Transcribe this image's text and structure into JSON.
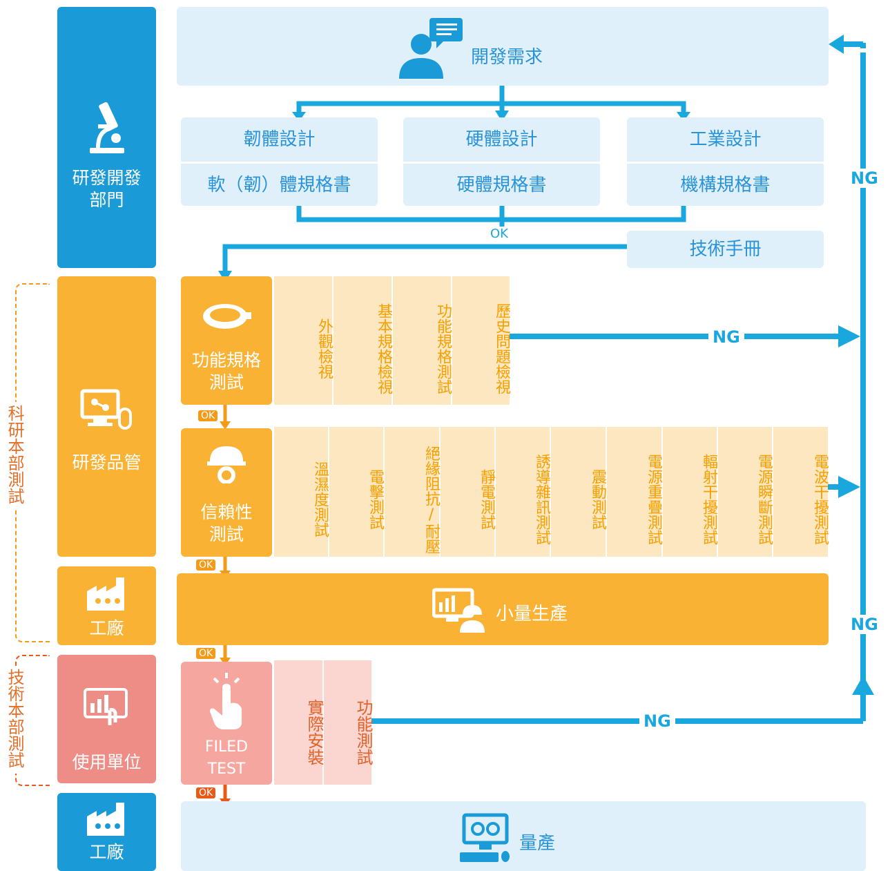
{
  "departments": {
    "rd": "研發開發\n部門",
    "qa": "研發品管",
    "factory1": "工廠",
    "user": "使用單位",
    "factory2": "工廠"
  },
  "side_labels": {
    "upper": "科研本部測試",
    "lower": "技術本部測試"
  },
  "dev_requirement": "開發需求",
  "designs": [
    {
      "title": "韌體設計",
      "spec": "軟（韌）體規格書"
    },
    {
      "title": "硬體設計",
      "spec": "硬體規格書"
    },
    {
      "title": "工業設計",
      "spec": "機構規格書"
    }
  ],
  "ok_label": "OK",
  "tech_manual": "技術手冊",
  "functional_test": {
    "title": "功能規格\n測試",
    "items": [
      "外觀檢視",
      "基本規格檢視",
      "功能規格測試",
      "歷史問題檢視"
    ]
  },
  "reliability_test": {
    "title": "信賴性\n測試",
    "items": [
      "溫濕度測試",
      "電擊測試",
      "絕緣阻抗/耐壓",
      "靜電測試",
      "誘導雜訊測試",
      "震動測試",
      "電源重疊測試",
      "輻射干擾測試",
      "電源瞬斷測試",
      "電波干擾測試"
    ]
  },
  "small_production": "小量生產",
  "field_test": {
    "title": "FILED\nTEST",
    "items": [
      "實際安裝",
      "功能測試"
    ]
  },
  "mass_production": "量產",
  "ng_label": "NG",
  "colors": {
    "blue_dark": "#1a9ad6",
    "blue_light": "#dff0fb",
    "blue_line": "#1aa7de",
    "yellow": "#f9b233",
    "yellow_light": "#fde7c0",
    "pink": "#ee8d86",
    "pink_light": "#fbd6d1",
    "orange": "#f39a18",
    "red_orange": "#e75a1a"
  }
}
